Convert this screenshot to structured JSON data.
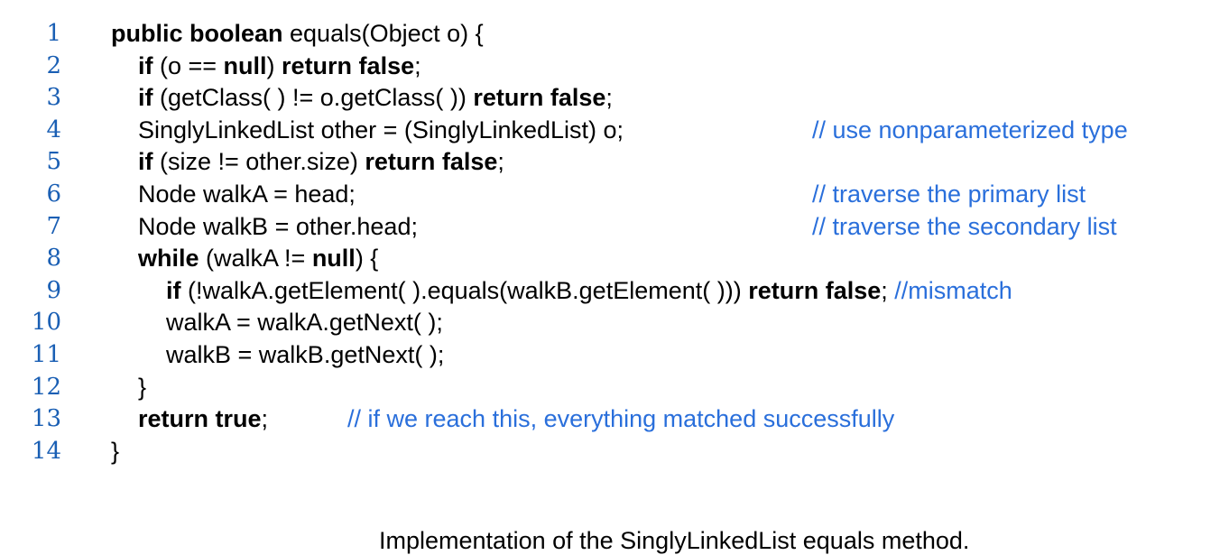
{
  "colors": {
    "line_number": "#1a5fb4",
    "comment": "#2a6fdb",
    "code": "#000000"
  },
  "lines": [
    {
      "num": "1",
      "parts": [
        {
          "t": "public boolean",
          "b": true
        },
        {
          "t": " equals(Object o) {"
        }
      ]
    },
    {
      "num": "2",
      "parts": [
        {
          "t": "if",
          "b": true
        },
        {
          "t": " (o == "
        },
        {
          "t": "null",
          "b": true
        },
        {
          "t": ") "
        },
        {
          "t": "return false",
          "b": true
        },
        {
          "t": ";"
        }
      ]
    },
    {
      "num": "3",
      "parts": [
        {
          "t": "if",
          "b": true
        },
        {
          "t": " (getClass( ) != o.getClass( )) "
        },
        {
          "t": "return false",
          "b": true
        },
        {
          "t": ";"
        }
      ]
    },
    {
      "num": "4",
      "parts": [
        {
          "t": "SinglyLinkedList other = (SinglyLinkedList) o;"
        }
      ],
      "comment": "// use nonparameterized type"
    },
    {
      "num": "5",
      "parts": [
        {
          "t": "if",
          "b": true
        },
        {
          "t": " (size != other.size) "
        },
        {
          "t": "return false",
          "b": true
        },
        {
          "t": ";"
        }
      ]
    },
    {
      "num": "6",
      "parts": [
        {
          "t": "Node walkA = head;"
        }
      ],
      "comment": "// traverse the primary list"
    },
    {
      "num": "7",
      "parts": [
        {
          "t": "Node walkB = other.head;"
        }
      ],
      "comment": "// traverse the secondary list"
    },
    {
      "num": "8",
      "parts": [
        {
          "t": "while",
          "b": true
        },
        {
          "t": " (walkA != "
        },
        {
          "t": "null",
          "b": true
        },
        {
          "t": ") {"
        }
      ]
    },
    {
      "num": "9",
      "parts": [
        {
          "t": "if",
          "b": true
        },
        {
          "t": " (!walkA.getElement( ).equals(walkB.getElement( ))) "
        },
        {
          "t": "return false",
          "b": true
        },
        {
          "t": "; "
        }
      ],
      "inline_comment": "//mismatch"
    },
    {
      "num": "10",
      "parts": [
        {
          "t": "walkA = walkA.getNext( );"
        }
      ]
    },
    {
      "num": "11",
      "parts": [
        {
          "t": "walkB = walkB.getNext( );"
        }
      ]
    },
    {
      "num": "12",
      "parts": [
        {
          "t": "}"
        }
      ]
    },
    {
      "num": "13",
      "parts": [
        {
          "t": "return true",
          "b": true
        },
        {
          "t": ";"
        }
      ],
      "comment": "// if we reach this, everything matched successfully"
    },
    {
      "num": "14",
      "parts": [
        {
          "t": "}"
        }
      ]
    }
  ],
  "caption": "Implementation of the SinglyLinkedList equals method."
}
